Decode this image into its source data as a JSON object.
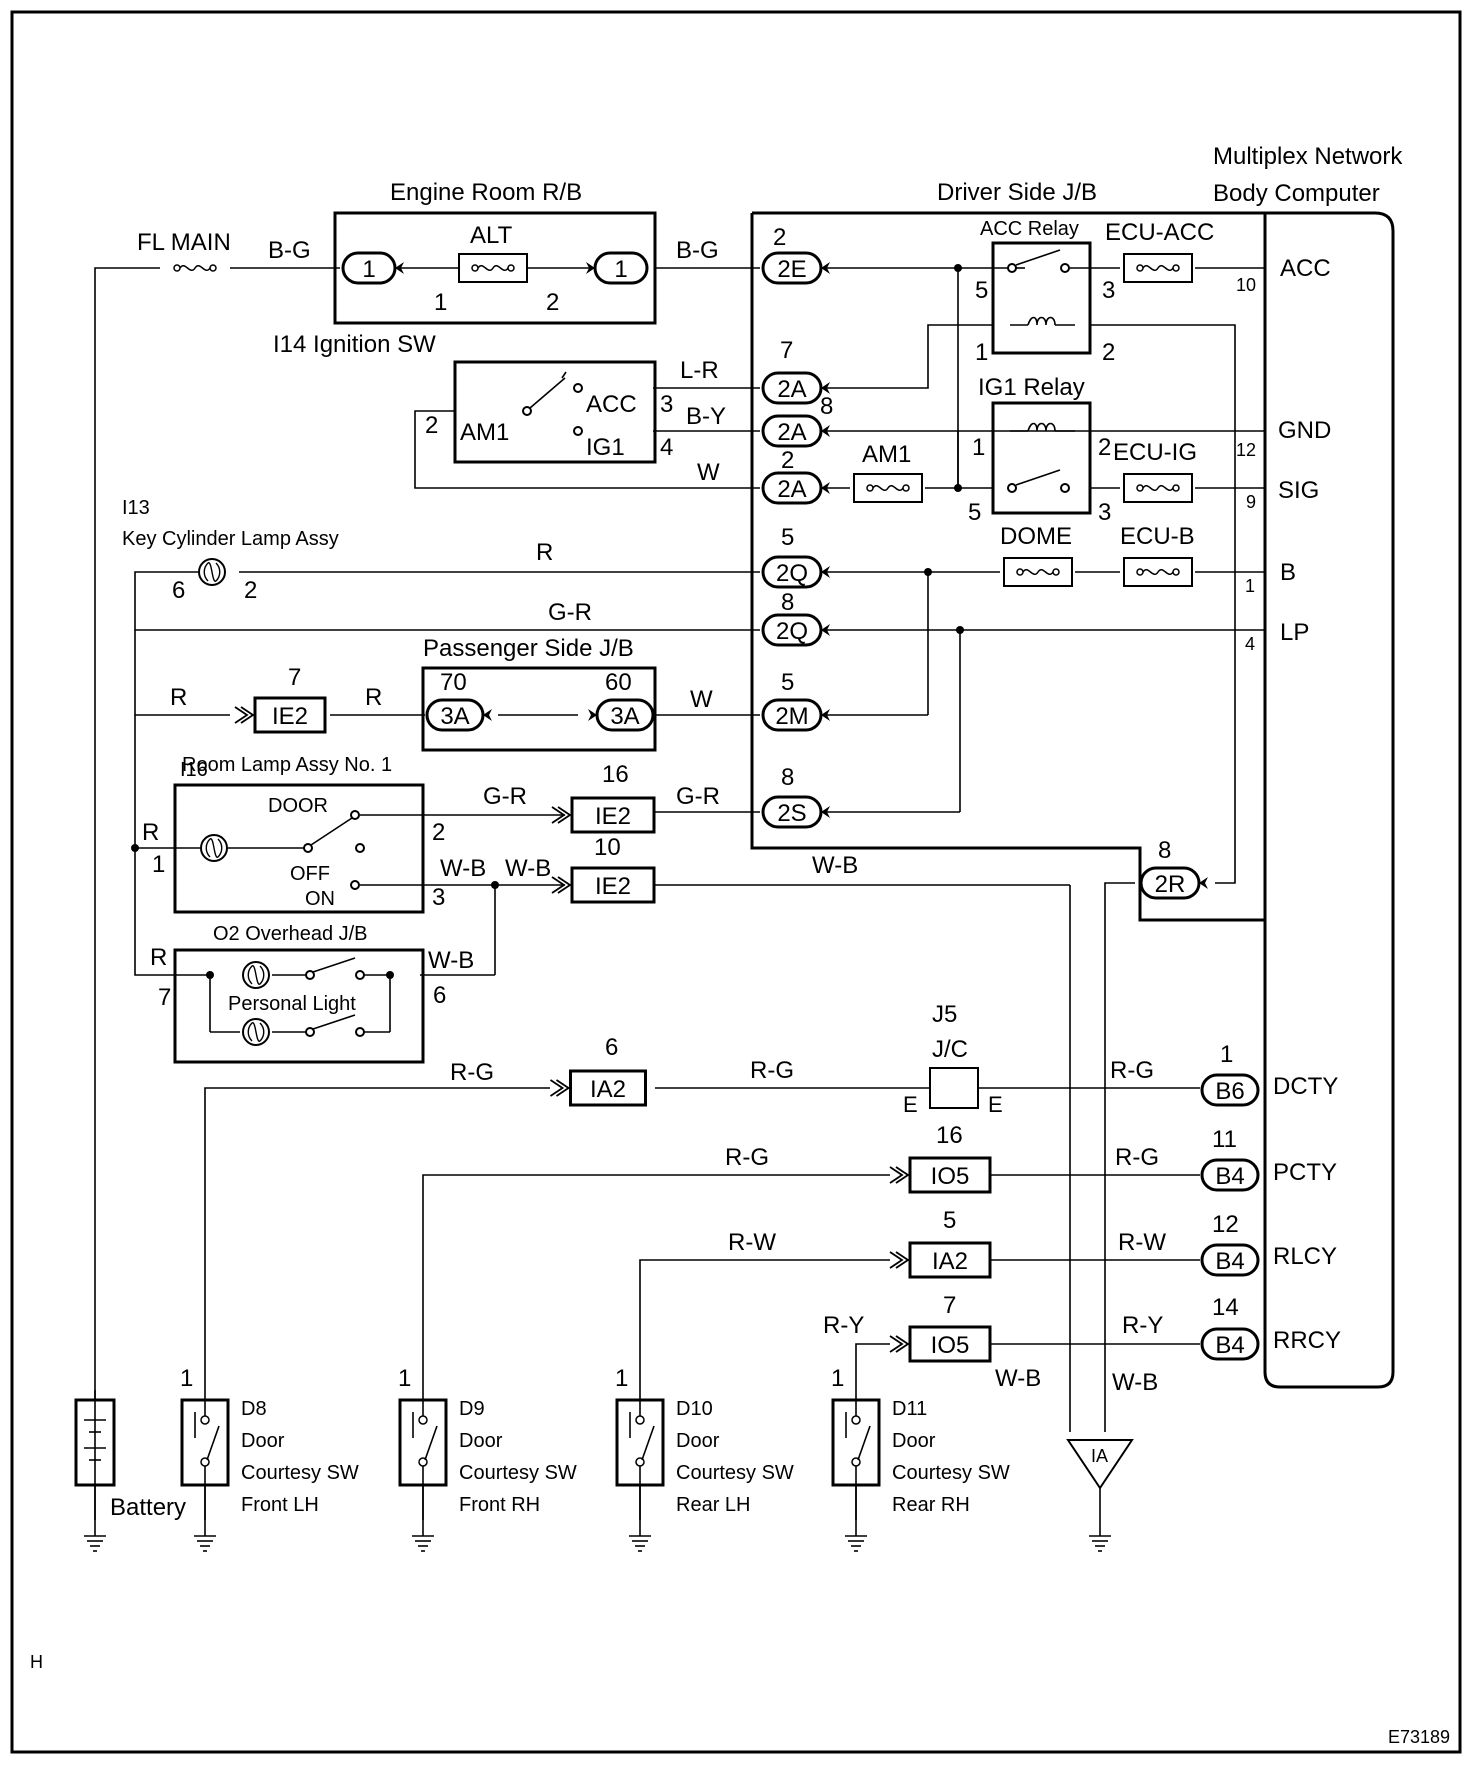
{
  "diagram": {
    "components": {
      "multiplex": {
        "line1": "Multiplex Network",
        "line2": "Body Computer"
      },
      "engine_room": "Engine Room R/B",
      "driver_side": "Driver Side J/B",
      "passenger_side": "Passenger Side J/B",
      "ignition_sw": "I14 Ignition SW",
      "key_lamp_id": "I13",
      "key_lamp_name": "Key Cylinder Lamp Assy",
      "room_lamp_id": "I16",
      "room_lamp_name": "Room Lamp Assy No. 1",
      "overhead_jb": "O2 Overhead J/B",
      "personal_light": "Personal Light",
      "acc_relay": "ACC Relay",
      "ig1_relay": "IG1 Relay",
      "jc_id": "J5",
      "jc_name": "J/C",
      "battery": "Battery",
      "ground_ia": "IA"
    },
    "fuses": {
      "fl_main": "FL MAIN",
      "alt": "ALT",
      "ecu_acc": "ECU-ACC",
      "ecu_ig": "ECU-IG",
      "am1": "AM1",
      "dome": "DOME",
      "ecu_b": "ECU-B"
    },
    "ecu_pins": {
      "acc": "ACC",
      "gnd": "GND",
      "sig": "SIG",
      "b": "B",
      "lp": "LP",
      "dcty": "DCTY",
      "pcty": "PCTY",
      "rlcy": "RLCY",
      "rrcy": "RRCY"
    },
    "ecu_pin_numbers": {
      "acc": "10",
      "gnd": "12",
      "sig": "9",
      "b": "1",
      "lp": "4"
    },
    "connectors": {
      "er1": "1",
      "er2": "1",
      "e2": "2E",
      "a7": "2A",
      "a8": "2A",
      "a2": "2A",
      "q5": "2Q",
      "q8": "2Q",
      "m5": "2M",
      "s8": "2S",
      "r8": "2R",
      "p70": "3A",
      "p60": "3A",
      "b6": "B6",
      "b4a": "B4",
      "b4b": "B4",
      "b4c": "B4",
      "ie2a": "IE2",
      "ie2b": "IE2",
      "ie2c": "IE2",
      "ia2a": "IA2",
      "ia2b": "IA2",
      "io5a": "IO5",
      "io5b": "IO5"
    },
    "ign_terms": {
      "am1": "AM1",
      "acc": "ACC",
      "ig1": "IG1"
    },
    "room_terms": {
      "door": "DOOR",
      "off": "OFF",
      "on": "ON"
    },
    "jc_terms": {
      "left": "E",
      "right": "E"
    },
    "pins": {
      "n2e": "2",
      "n7": "7",
      "n8": "8",
      "n2a": "2",
      "n5q": "5",
      "n8q": "8",
      "n5m": "5",
      "n8s": "8",
      "n8r": "8",
      "n70": "70",
      "n60": "60",
      "n7ie": "7",
      "n16ie": "16",
      "n10ie": "10",
      "n6ia": "6",
      "n16io": "16",
      "n5ia": "5",
      "n7io": "7",
      "nb6": "1",
      "nb4a": "11",
      "nb4b": "12",
      "nb4c": "14",
      "alt1": "1",
      "alt2": "2",
      "ign3": "3",
      "ign4": "4",
      "ign2": "2",
      "acc5": "5",
      "acc3": "3",
      "acc1": "1",
      "acc2": "2",
      "ig1_1": "1",
      "ig1_2": "2",
      "ig1_5": "5",
      "ig1_3": "3",
      "key6": "6",
      "key2": "2",
      "room1": "1",
      "room2": "2",
      "room3": "3",
      "oh7": "7",
      "oh6": "6",
      "d8": "1",
      "d9": "1",
      "d10": "1",
      "d11": "1"
    },
    "wires": {
      "bg1": "B-G",
      "bg2": "B-G",
      "lr": "L-R",
      "by": "B-Y",
      "w1": "W",
      "r1": "R",
      "gr1": "G-R",
      "r2": "R",
      "r3": "R",
      "w2": "W",
      "r4": "R",
      "gr2": "G-R",
      "gr3": "G-R",
      "wb1": "W-B",
      "wb2": "W-B",
      "wb3": "W-B",
      "r5": "R",
      "wb4": "W-B",
      "rg1": "R-G",
      "rg2": "R-G",
      "rg3": "R-G",
      "rg4": "R-G",
      "rg5": "R-G",
      "rw1": "R-W",
      "rw2": "R-W",
      "ry1": "R-Y",
      "ry2": "R-Y",
      "wb5": "W-B",
      "wb6": "W-B"
    },
    "door_switches": [
      {
        "id": "D8",
        "l1": "Door",
        "l2": "Courtesy SW",
        "l3": "Front LH"
      },
      {
        "id": "D9",
        "l1": "Door",
        "l2": "Courtesy SW",
        "l3": "Front RH"
      },
      {
        "id": "D10",
        "l1": "Door",
        "l2": "Courtesy SW",
        "l3": "Rear LH"
      },
      {
        "id": "D11",
        "l1": "Door",
        "l2": "Courtesy SW",
        "l3": "Rear RH"
      }
    ],
    "corner_letter": "H",
    "figure_code": "E73189"
  }
}
